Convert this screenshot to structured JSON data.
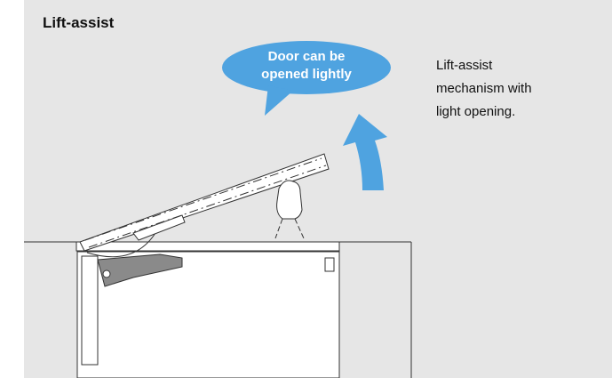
{
  "title": "Lift-assist",
  "callout": {
    "line1": "Door can be",
    "line2": "opened lightly"
  },
  "description": {
    "line1": "Lift-assist",
    "line2": "mechanism with",
    "line3": "light opening."
  },
  "colors": {
    "background": "#e6e6e6",
    "accent": "#4fa3e0",
    "mechanism": "#8a8a8a"
  },
  "icons": [
    "speech-bubble",
    "curved-arrow-up",
    "hand"
  ]
}
